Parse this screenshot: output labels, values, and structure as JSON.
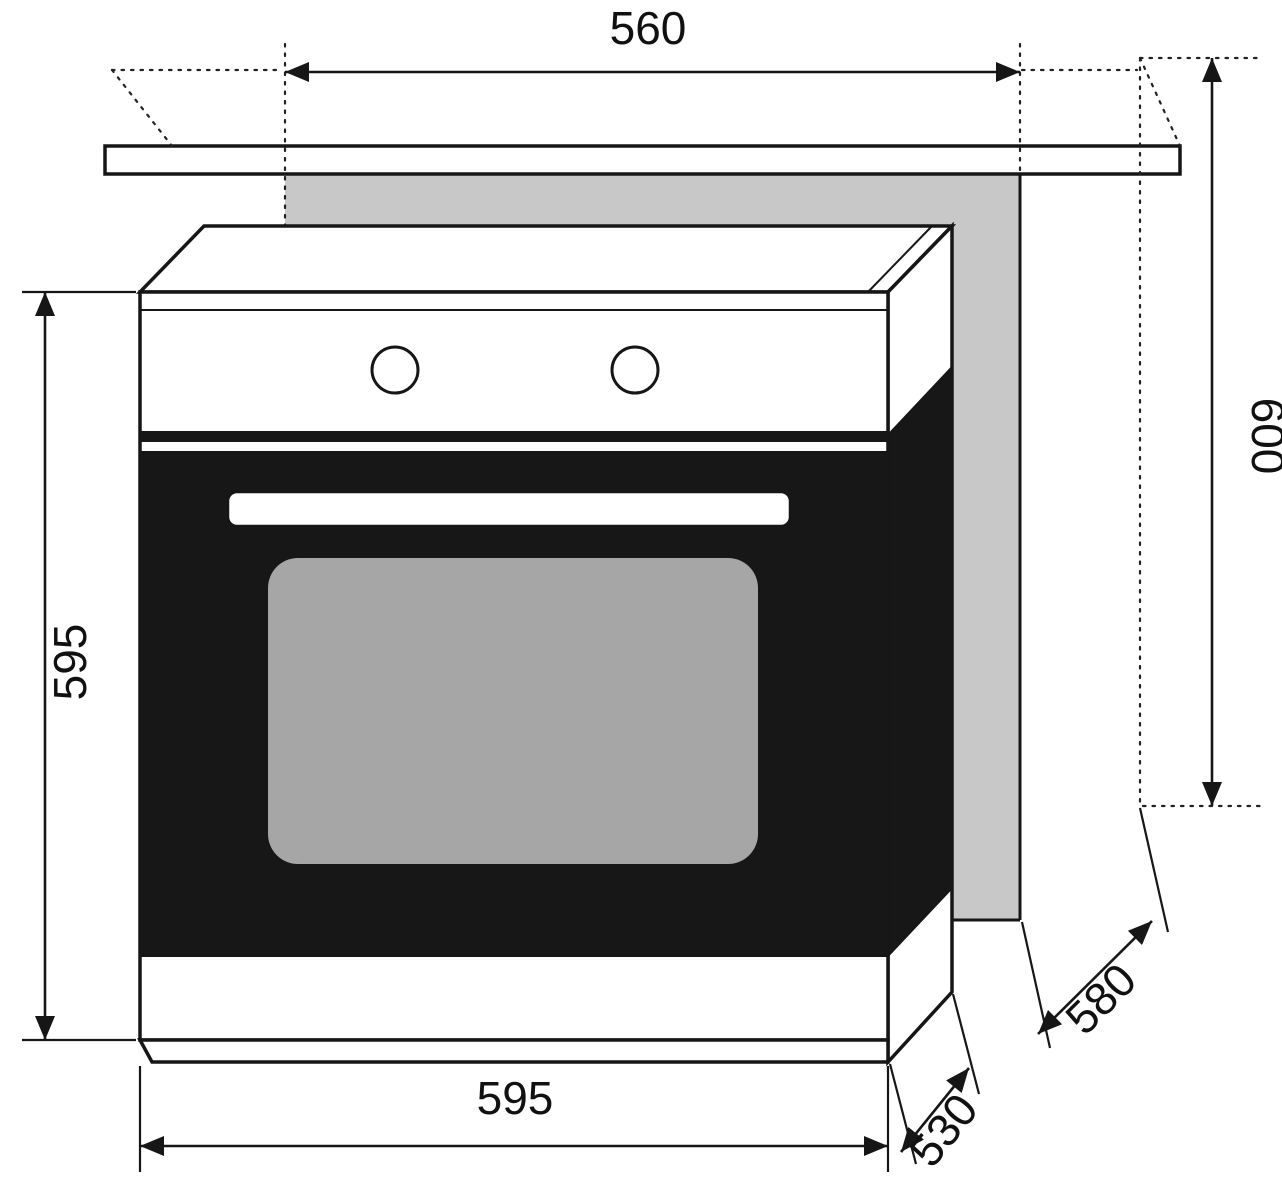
{
  "dimensions": {
    "top_width": "560",
    "right_height": "600",
    "left_height": "595",
    "bottom_width": "595",
    "niche_depth": "580",
    "oven_depth": "530"
  },
  "colors": {
    "line": "#161616",
    "door_black": "#171717",
    "niche_gray": "#c8c8c8",
    "window_gray": "#a6a6a6"
  }
}
